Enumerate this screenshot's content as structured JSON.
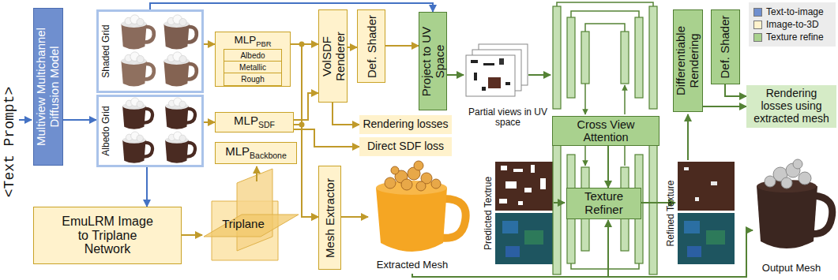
{
  "diagram": {
    "nodes": [
      {
        "text": [
          "Multiview Multichannel Diffusion Model"
        ]
      },
      {
        "text": [
          "Shaded Grid"
        ]
      },
      {
        "text": [
          "Albedo Grid"
        ]
      },
      {
        "text": [
          "EmuLRM Image to Triplane Network"
        ]
      },
      {
        "text": [
          "MLP",
          "PBR"
        ]
      },
      {
        "text": [
          "Albedo"
        ],
        "in": 4
      },
      {
        "text": [
          "Metallic"
        ],
        "in": 4
      },
      {
        "text": [
          "Rough"
        ],
        "in": 4
      },
      {
        "text": [
          "MLP",
          "SDF"
        ]
      },
      {
        "text": [
          "MLP",
          "Backbone"
        ]
      },
      {
        "text": [
          "VolSDF Renderer"
        ]
      },
      {
        "text": [
          "Def. Shader"
        ]
      },
      {
        "text": [
          "Mesh Extractor"
        ]
      },
      {
        "text": [
          "Project to UV Space"
        ]
      },
      {
        "text": [
          "Rendering losses"
        ]
      },
      {
        "text": [
          "Direct SDF loss"
        ]
      },
      {
        "text": [
          "Cross View Attention"
        ]
      },
      {
        "text": [
          "Texture Refiner"
        ]
      },
      {
        "text": [
          "Differentiable Rendering"
        ]
      },
      {
        "text": [
          "Def. Shader"
        ]
      },
      {
        "text": [
          "Rendering losses using extracted mesh"
        ]
      }
    ],
    "edges": [
      {
        "from": 0,
        "to": 2,
        "arrow": "to"
      },
      {
        "from": 1,
        "to": 13,
        "arrow": "to"
      },
      {
        "from": 2,
        "to": 3,
        "arrow": "to"
      },
      {
        "from": 1,
        "to": 4,
        "arrow": "to"
      },
      {
        "from": 2,
        "to": 8,
        "arrow": "to"
      },
      {
        "from": 4,
        "to": 10,
        "arrow": "to"
      },
      {
        "from": 8,
        "to": 10,
        "arrow": "to"
      },
      {
        "from": 8,
        "to": 12,
        "arrow": "to"
      },
      {
        "from": 4,
        "to": 12,
        "arrow": "to"
      },
      {
        "from": 10,
        "to": 11,
        "arrow": "to"
      },
      {
        "from": 11,
        "to": 13,
        "arrow": "to"
      },
      {
        "from": 10,
        "to": 14,
        "arrow": "to"
      },
      {
        "from": 8,
        "to": 15,
        "arrow": "to"
      },
      {
        "from": 16,
        "to": 17,
        "arrow": "to"
      },
      {
        "from": 18,
        "to": 20,
        "arrow": "to"
      },
      {
        "from": 19,
        "to": 20,
        "arrow": "to"
      }
    ],
    "labels": [
      "<Text Prompt>",
      "Triplane",
      "Partial views in UV space",
      "Extracted Mesh",
      "Predicted Textrue",
      "Refined Texture",
      "Output Mesh"
    ],
    "legend": [
      {
        "text": "Text-to-image",
        "color": "#6f8fcf"
      },
      {
        "text": "Image-to-3D",
        "color": "#fff2cc"
      },
      {
        "text": "Texture refine",
        "color": "#a9d18e"
      }
    ]
  }
}
